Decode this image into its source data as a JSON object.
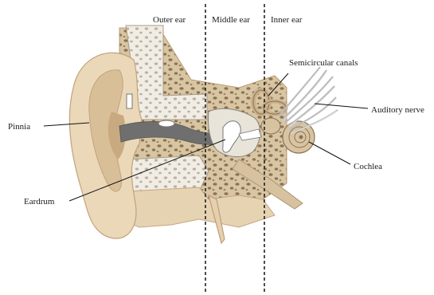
{
  "diagram": {
    "sections": {
      "outer": "Outer ear",
      "middle": "Middle ear",
      "inner": "Inner ear"
    },
    "labels": {
      "pinnia": "Pinnia",
      "eardrum": "Eardrum",
      "semicircular": "Semicircular canals",
      "auditory": "Auditory nerve",
      "cochlea": "Cochlea"
    },
    "colors": {
      "skin": "#e9d6b6",
      "skin_shadow": "#cdb08a",
      "bone": "#d6c29e",
      "bone_spots": "#8a7256",
      "canal": "#6f6f6f",
      "white_cavity": "#f4f1ea",
      "nerve": "#c9c9c9"
    }
  }
}
